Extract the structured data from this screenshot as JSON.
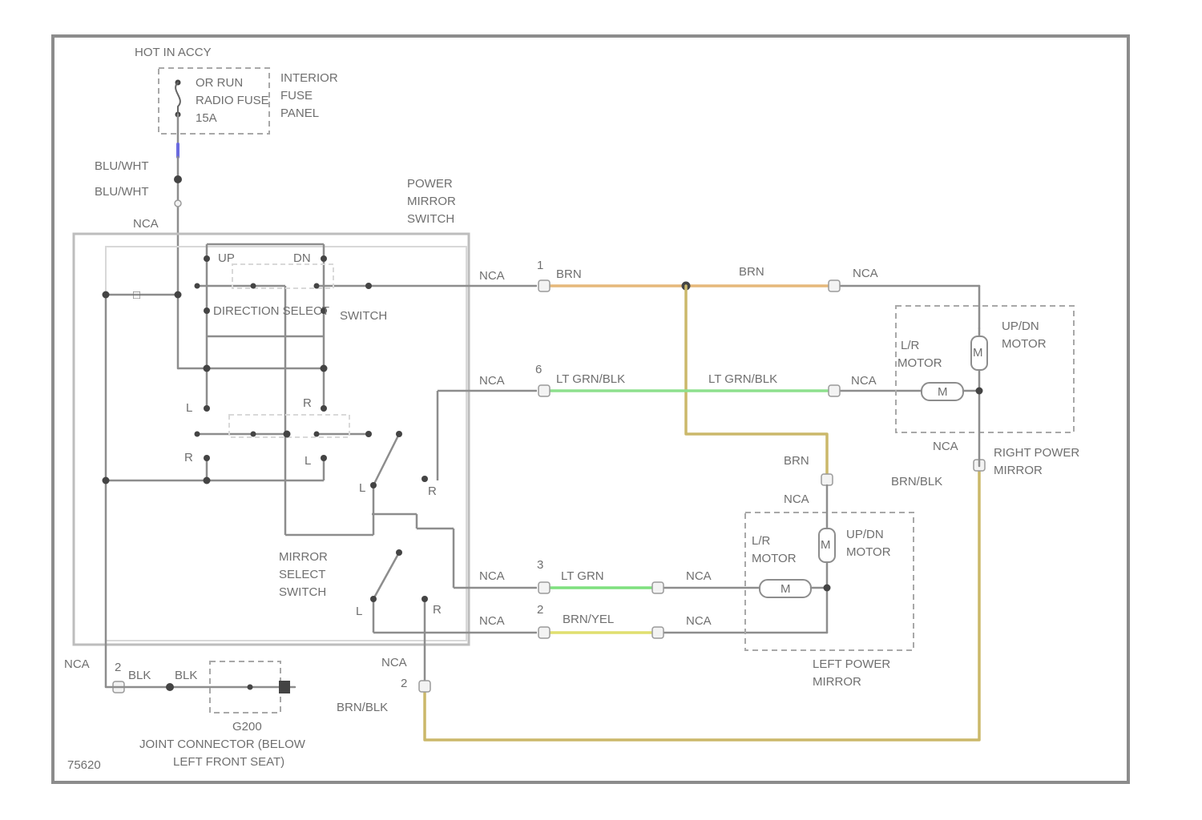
{
  "colors": {
    "frame": "#8c8c8c",
    "wire_gray": "#8d8d8d",
    "wire_brn": "#e6b87a",
    "wire_ltgrn_blk": "#8ee08e",
    "wire_ltgrn": "#7ee07e",
    "wire_brn_yel": "#e0df6f",
    "wire_brn_blk": "#cbb86a"
  },
  "top_fuse": {
    "supply_label": "HOT IN ACCY",
    "fuse_lines": [
      "OR RUN",
      "RADIO FUSE",
      "15A"
    ],
    "panel_label": [
      "INTERIOR",
      "FUSE",
      "PANEL"
    ]
  },
  "left_wires": {
    "blu_wht_1": "BLU/WHT",
    "blu_wht_2": "BLU/WHT",
    "nca_top": "NCA"
  },
  "power_mirror_switch": {
    "title": [
      "POWER",
      "MIRROR",
      "SWITCH"
    ],
    "up": "UP",
    "dn": "DN",
    "direction_select": "DIRECTION SELECT",
    "switch_word": "SWITCH",
    "l1": "L",
    "r1": "R",
    "r2": "R",
    "l2": "L",
    "l3": "L",
    "r3": "R",
    "select_title": [
      "MIRROR",
      "SELECT",
      "SWITCH"
    ],
    "l4": "L",
    "r4": "R"
  },
  "connectors": {
    "c1": "1",
    "c6": "6",
    "c3": "3",
    "c2a": "2",
    "c2b": "2",
    "c2c": "2"
  },
  "wire_labels": {
    "nca_a": "NCA",
    "brn_a": "BRN",
    "brn_b": "BRN",
    "nca_b": "NCA",
    "nca_c": "NCA",
    "ltgrnblk_a": "LT GRN/BLK",
    "ltgrnblk_b": "LT GRN/BLK",
    "nca_d": "NCA",
    "nca_e": "NCA",
    "ltgrn": "LT GRN",
    "nca_f": "NCA",
    "nca_g": "NCA",
    "brnyel": "BRN/YEL",
    "nca_h": "NCA",
    "brn_c": "BRN",
    "nca_i": "NCA",
    "brnblk_a": "BRN/BLK",
    "nca_j": "NCA",
    "nca_k": "NCA",
    "nca_l": "NCA",
    "blk_a": "BLK",
    "blk_b": "BLK",
    "brnblk_b": "BRN/BLK"
  },
  "right_mirror": {
    "lr_motor": [
      "L/R",
      "MOTOR"
    ],
    "updn_motor": [
      "UP/DN",
      "MOTOR"
    ],
    "title": [
      "RIGHT POWER",
      "MIRROR"
    ],
    "m1": "M",
    "m2": "M"
  },
  "left_mirror": {
    "lr_motor": [
      "L/R",
      "MOTOR"
    ],
    "updn_motor": [
      "UP/DN",
      "MOTOR"
    ],
    "title": [
      "LEFT POWER",
      "MIRROR"
    ],
    "m1": "M",
    "m2": "M"
  },
  "ground": {
    "code": "G200",
    "joint": [
      "JOINT CONNECTOR (BELOW",
      "LEFT FRONT SEAT)"
    ]
  },
  "figure_id": "75620"
}
